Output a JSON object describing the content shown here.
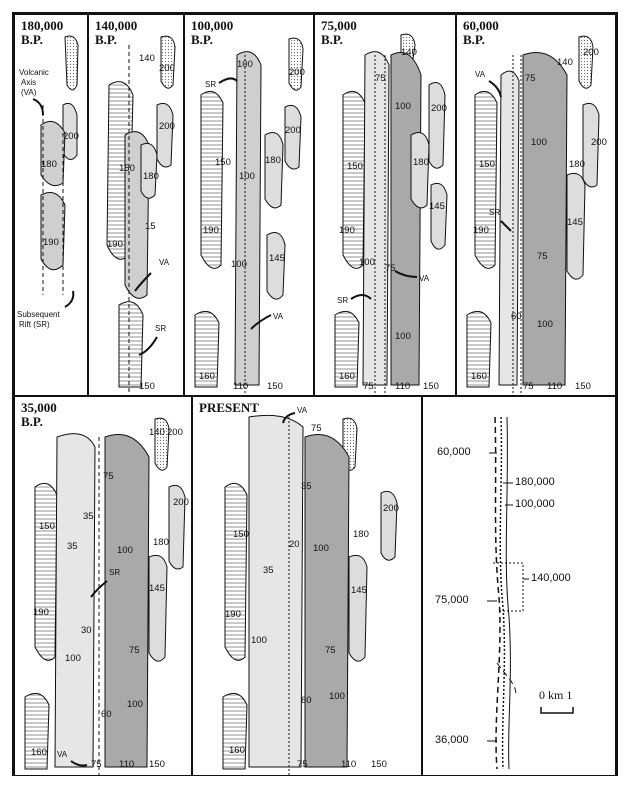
{
  "panels": [
    {
      "age_line1": "180,000",
      "age_line2": "B.P."
    },
    {
      "age_line1": "140,000",
      "age_line2": "B.P."
    },
    {
      "age_line1": "100,000",
      "age_line2": "B.P."
    },
    {
      "age_line1": "75,000",
      "age_line2": "B.P."
    },
    {
      "age_line1": "60,000",
      "age_line2": "B.P."
    },
    {
      "age_line1": "35,000",
      "age_line2": "B.P."
    },
    {
      "age_line1": "PRESENT",
      "age_line2": ""
    }
  ],
  "annotations": {
    "volcanic_axis_1": "Volcanic",
    "volcanic_axis_2": "Axis",
    "volcanic_axis_3": "(VA)",
    "subsequent_rift_1": "Subsequent",
    "subsequent_rift_2": "Rift (SR)",
    "va": "VA",
    "sr": "SR"
  },
  "block_labels": [
    "200",
    "180",
    "190",
    "140",
    "150",
    "15",
    "100",
    "145",
    "75",
    "60",
    "35",
    "30",
    "20",
    "160",
    "110"
  ],
  "summary": {
    "labels": [
      "60,000",
      "180,000",
      "100,000",
      "140,000",
      "75,000",
      "36,000"
    ],
    "scale": "0  km  1"
  },
  "colors": {
    "stroke": "#111111",
    "block_fill": "#cfcfcf",
    "dark_fill": "#a9a9a9",
    "light_fill": "#e6e6e6"
  }
}
